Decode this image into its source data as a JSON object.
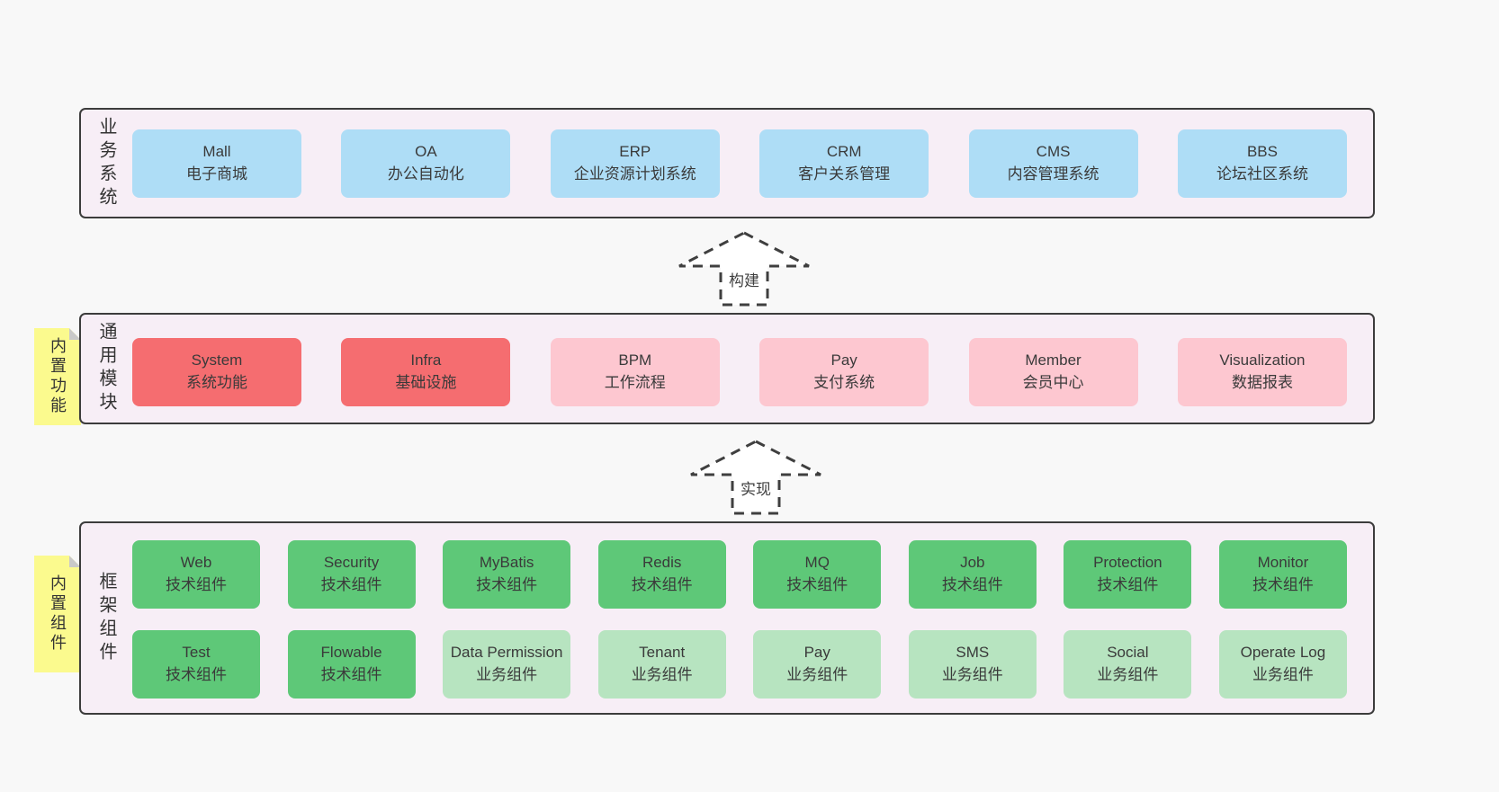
{
  "colors": {
    "page_background": "#f8f8f8",
    "panel_background": "#f7eef6",
    "panel_border": "#3c3c3c",
    "box_blue": "#aeddf6",
    "box_red": "#f56d70",
    "box_pink": "#fdc7d0",
    "box_green": "#5ec878",
    "box_lightgreen": "#b7e4c0",
    "sticky_yellow": "#fbfa8e",
    "sticky_fold": "#c9c9c9"
  },
  "arrows": [
    {
      "label": "构建"
    },
    {
      "label": "实现"
    }
  ],
  "sections": [
    {
      "label": "业务系统",
      "boxes": [
        {
          "title": "Mall",
          "subtitle": "电子商城",
          "variant": "blue"
        },
        {
          "title": "OA",
          "subtitle": "办公自动化",
          "variant": "blue"
        },
        {
          "title": "ERP",
          "subtitle": "企业资源计划系统",
          "variant": "blue"
        },
        {
          "title": "CRM",
          "subtitle": "客户关系管理",
          "variant": "blue"
        },
        {
          "title": "CMS",
          "subtitle": "内容管理系统",
          "variant": "blue"
        },
        {
          "title": "BBS",
          "subtitle": "论坛社区系统",
          "variant": "blue"
        }
      ]
    },
    {
      "label": "通用模块",
      "sticky": "内置功能",
      "boxes": [
        {
          "title": "System",
          "subtitle": "系统功能",
          "variant": "red"
        },
        {
          "title": "Infra",
          "subtitle": "基础设施",
          "variant": "red"
        },
        {
          "title": "BPM",
          "subtitle": "工作流程",
          "variant": "pink"
        },
        {
          "title": "Pay",
          "subtitle": "支付系统",
          "variant": "pink"
        },
        {
          "title": "Member",
          "subtitle": "会员中心",
          "variant": "pink"
        },
        {
          "title": "Visualization",
          "subtitle": "数据报表",
          "variant": "pink"
        }
      ]
    },
    {
      "label": "框架组件",
      "sticky": "内置组件",
      "rows": [
        [
          {
            "title": "Web",
            "subtitle": "技术组件",
            "variant": "green"
          },
          {
            "title": "Security",
            "subtitle": "技术组件",
            "variant": "green"
          },
          {
            "title": "MyBatis",
            "subtitle": "技术组件",
            "variant": "green"
          },
          {
            "title": "Redis",
            "subtitle": "技术组件",
            "variant": "green"
          },
          {
            "title": "MQ",
            "subtitle": "技术组件",
            "variant": "green"
          },
          {
            "title": "Job",
            "subtitle": "技术组件",
            "variant": "green"
          },
          {
            "title": "Protection",
            "subtitle": "技术组件",
            "variant": "green"
          },
          {
            "title": "Monitor",
            "subtitle": "技术组件",
            "variant": "green"
          }
        ],
        [
          {
            "title": "Test",
            "subtitle": "技术组件",
            "variant": "green"
          },
          {
            "title": "Flowable",
            "subtitle": "技术组件",
            "variant": "green"
          },
          {
            "title": "Data Permission",
            "subtitle": "业务组件",
            "variant": "lightgreen"
          },
          {
            "title": "Tenant",
            "subtitle": "业务组件",
            "variant": "lightgreen"
          },
          {
            "title": "Pay",
            "subtitle": "业务组件",
            "variant": "lightgreen"
          },
          {
            "title": "SMS",
            "subtitle": "业务组件",
            "variant": "lightgreen"
          },
          {
            "title": "Social",
            "subtitle": "业务组件",
            "variant": "lightgreen"
          },
          {
            "title": "Operate Log",
            "subtitle": "业务组件",
            "variant": "lightgreen"
          }
        ]
      ]
    }
  ]
}
